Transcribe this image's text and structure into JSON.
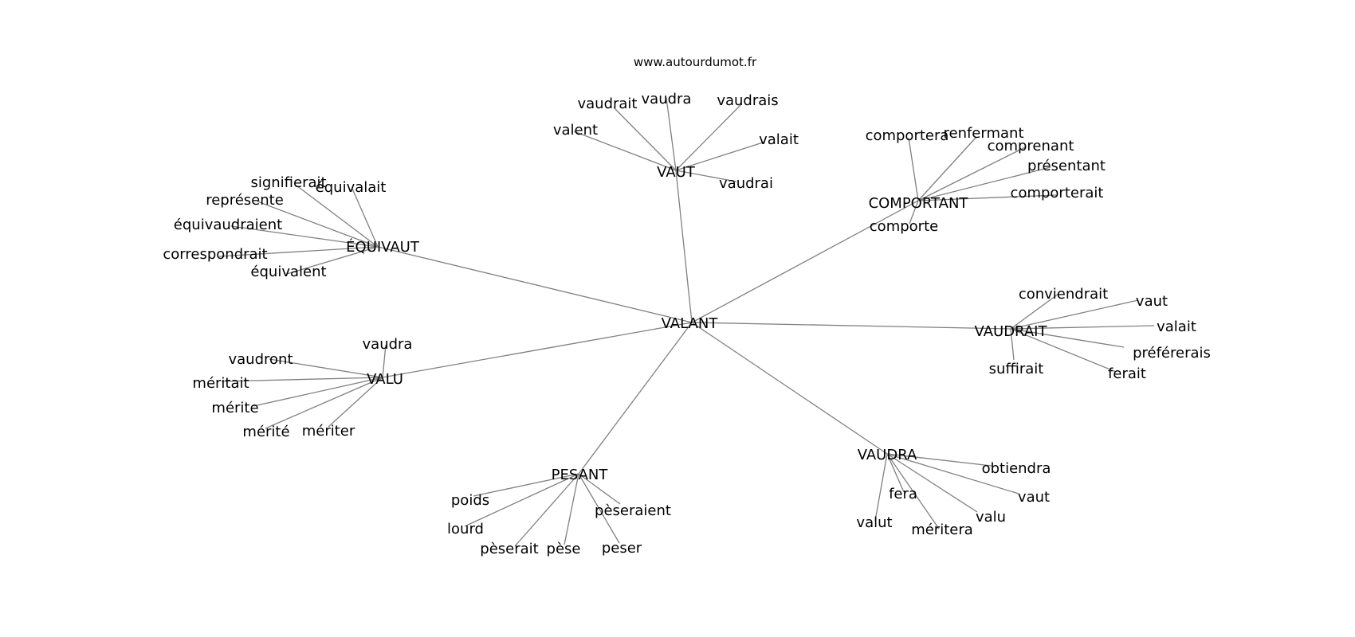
{
  "watermark": "www.autourdumot.fr",
  "center": "VALANT",
  "colors": {
    "edge": "#808080",
    "text": "#000000",
    "background": "#ffffff"
  },
  "hubs": [
    {
      "id": "vaut",
      "label": "VAUT",
      "leaves": [
        "vaudrait",
        "vaudra",
        "vaudrais",
        "valent",
        "valait",
        "vaudrai"
      ]
    },
    {
      "id": "comportant",
      "label": "COMPORTANT",
      "leaves": [
        "comportera",
        "renfermant",
        "comprenant",
        "présentant",
        "comporterait",
        "comporte"
      ]
    },
    {
      "id": "equivaut",
      "label": "ÉQUIVAUT",
      "leaves": [
        "signifierait",
        "équivalait",
        "représente",
        "équivaudraient",
        "correspondrait",
        "équivalent"
      ]
    },
    {
      "id": "vaudrait",
      "label": "VAUDRAIT",
      "leaves": [
        "conviendrait",
        "vaut",
        "valait",
        "préférerais",
        "suffirait",
        "ferait"
      ]
    },
    {
      "id": "valu",
      "label": "VALU",
      "leaves": [
        "vaudra",
        "vaudront",
        "méritait",
        "mérite",
        "mérité",
        "mériter"
      ]
    },
    {
      "id": "pesant",
      "label": "PESANT",
      "leaves": [
        "poids",
        "pèseraient",
        "lourd",
        "pèserait",
        "pèse",
        "peser"
      ]
    },
    {
      "id": "vaudra",
      "label": "VAUDRA",
      "leaves": [
        "obtiendra",
        "vaut",
        "valu",
        "fera",
        "valut",
        "méritera"
      ]
    }
  ]
}
